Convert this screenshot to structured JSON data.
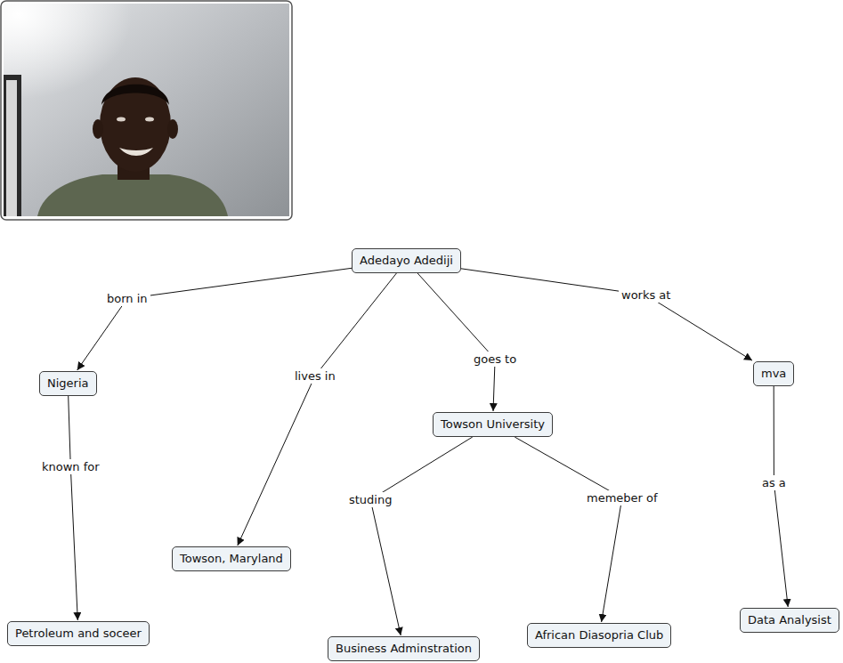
{
  "diagram": {
    "nodes": [
      {
        "text": [
          "Adedayo Adediji"
        ]
      },
      {
        "text": [
          "Nigeria"
        ]
      },
      {
        "text": [
          "mva"
        ]
      },
      {
        "text": [
          "Towson University"
        ]
      },
      {
        "text": [
          "Towson, Maryland"
        ]
      },
      {
        "text": [
          "Data Analysist"
        ]
      },
      {
        "text": [
          "Petroleum and soceer"
        ]
      },
      {
        "text": [
          "African Diasopria Club"
        ]
      },
      {
        "text": [
          "Business Adminstration"
        ]
      }
    ],
    "edges": [
      {
        "from": 0,
        "to": 1,
        "label": "born in",
        "arrow": "to"
      },
      {
        "from": 0,
        "to": 4,
        "label": "lives in",
        "arrow": "to"
      },
      {
        "from": 0,
        "to": 3,
        "label": "goes to",
        "arrow": "to"
      },
      {
        "from": 0,
        "to": 2,
        "label": "works at",
        "arrow": "to"
      },
      {
        "from": 1,
        "to": 6,
        "label": "known for",
        "arrow": "to"
      },
      {
        "from": 3,
        "to": 8,
        "label": "studing",
        "arrow": "to"
      },
      {
        "from": 3,
        "to": 7,
        "label": "memeber of",
        "arrow": "to"
      },
      {
        "from": 2,
        "to": 5,
        "label": "as a",
        "arrow": "to"
      }
    ]
  }
}
